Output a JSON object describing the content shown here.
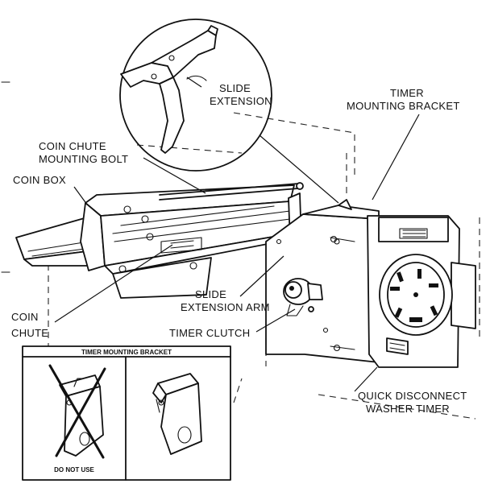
{
  "labels": {
    "slide_extension": [
      "SLIDE",
      "EXTENSION"
    ],
    "timer_mounting_bracket": [
      "TIMER",
      "MOUNTING BRACKET"
    ],
    "coin_chute_mounting_bolt": [
      "COIN CHUTE",
      "MOUNTING BOLT"
    ],
    "coin_box": "COIN BOX",
    "slide_extension_arm": [
      "SLIDE",
      "EXTENSION ARM"
    ],
    "coin_chute": [
      "COIN",
      "CHUTE"
    ],
    "timer_clutch": "TIMER CLUTCH",
    "quick_disconnect_washer_timer": [
      "QUICK DISCONNECT",
      "WASHER TIMER"
    ]
  },
  "inset": {
    "title": "TIMER MOUNTING BRACKET",
    "warning": "DO NOT USE"
  }
}
